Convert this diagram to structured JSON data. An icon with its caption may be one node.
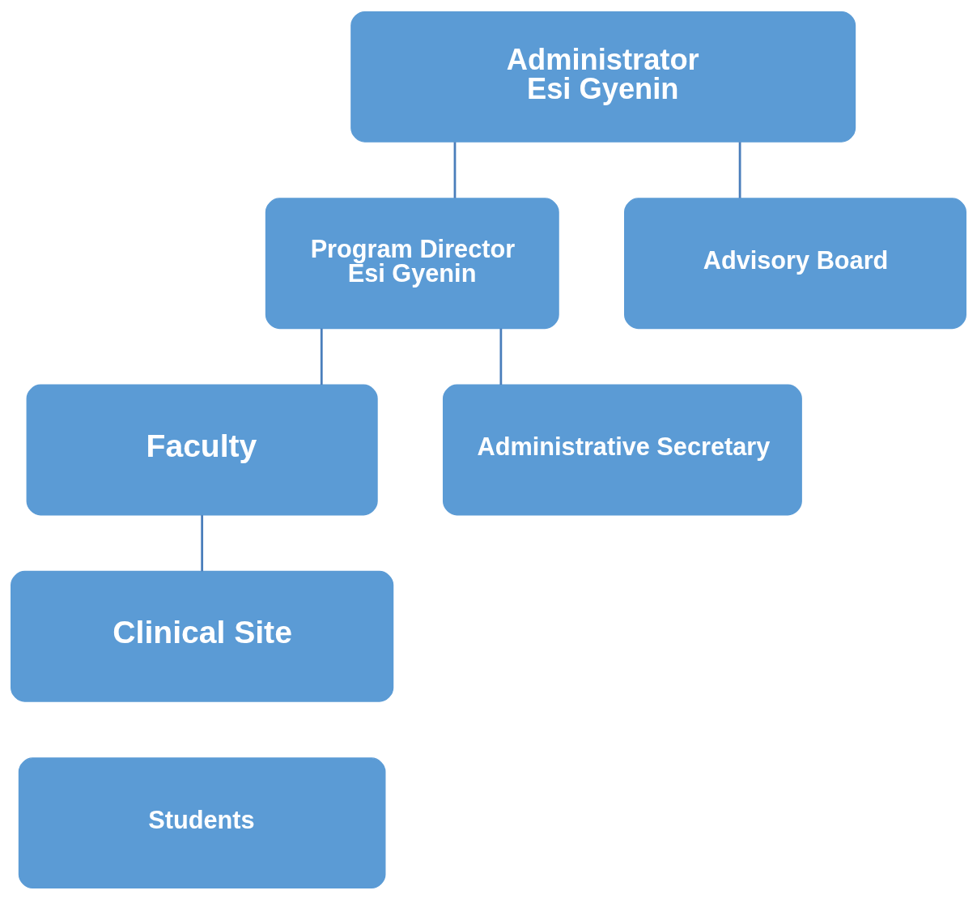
{
  "diagram": {
    "nodes": [
      {
        "text": [
          "Administrator",
          "Esi Gyenin"
        ]
      },
      {
        "text": [
          "Program Director",
          "Esi Gyenin"
        ]
      },
      {
        "text": [
          "Advisory Board"
        ]
      },
      {
        "text": [
          "Faculty"
        ]
      },
      {
        "text": [
          "Administrative Secretary"
        ]
      },
      {
        "text": [
          "Clinical Site"
        ]
      },
      {
        "text": [
          "Students"
        ]
      }
    ],
    "edges": [
      {
        "from": 0,
        "to": 1,
        "arrow": "none"
      },
      {
        "from": 0,
        "to": 2,
        "arrow": "none"
      },
      {
        "from": 1,
        "to": 3,
        "arrow": "none"
      },
      {
        "from": 1,
        "to": 4,
        "arrow": "none"
      },
      {
        "from": 3,
        "to": 5,
        "arrow": "none"
      }
    ]
  }
}
